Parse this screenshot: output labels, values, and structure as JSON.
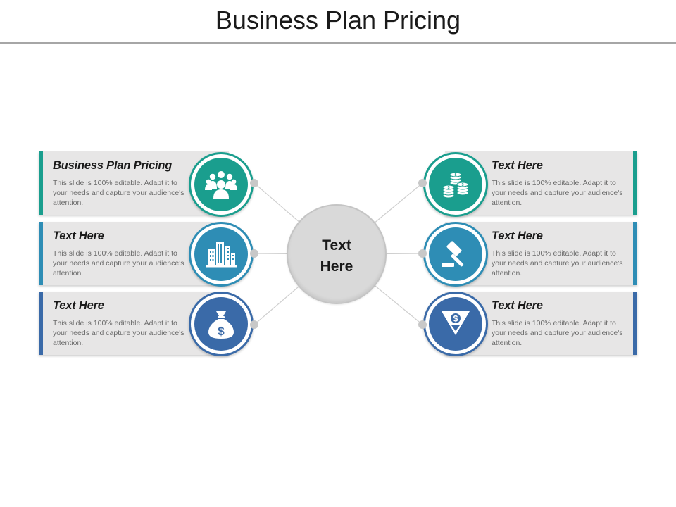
{
  "title": "Business Plan Pricing",
  "hub": {
    "line1": "Text",
    "line2": "Here"
  },
  "colors": {
    "teal": "#1a9e8e",
    "blue": "#2e8db5",
    "navy": "#3a6aa8",
    "rule": "#a6a6a6"
  },
  "items": [
    {
      "heading": "Business Plan Pricing",
      "desc": "This slide is 100% editable. Adapt it to your needs and capture your audience's attention.",
      "icon": "people-group-icon"
    },
    {
      "heading": "Text Here",
      "desc": "This slide is 100% editable. Adapt it to your needs and capture your audience's attention.",
      "icon": "buildings-icon"
    },
    {
      "heading": "Text Here",
      "desc": "This slide is 100% editable. Adapt it to your needs and capture your audience's attention.",
      "icon": "money-bag-icon"
    },
    {
      "heading": "Text Here",
      "desc": "This slide is 100% editable. Adapt it to your needs and capture your audience's attention.",
      "icon": "coin-stacks-icon"
    },
    {
      "heading": "Text Here",
      "desc": "This slide is 100% editable. Adapt it to your needs and capture your audience's attention.",
      "icon": "gavel-icon"
    },
    {
      "heading": "Text Here",
      "desc": "This slide is 100% editable. Adapt it to your needs and capture your audience's attention.",
      "icon": "dollar-down-arrow-icon"
    }
  ]
}
